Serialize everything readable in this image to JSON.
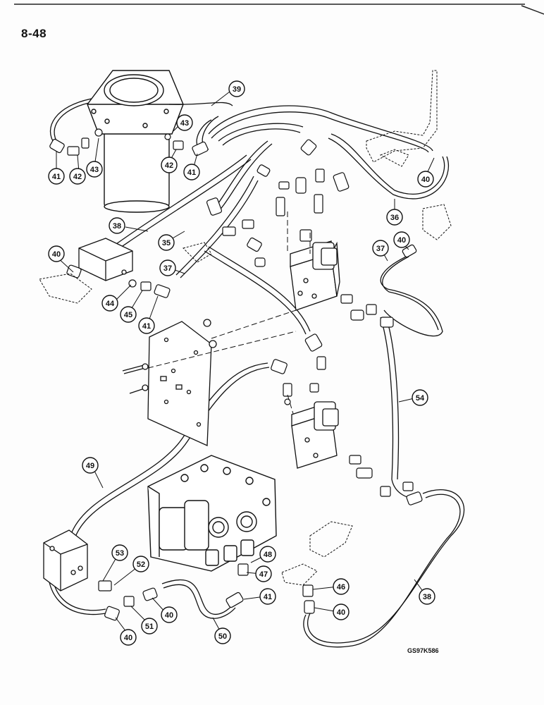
{
  "page_number": "8-48",
  "figure_code": "GS97K586",
  "callouts": [
    {
      "id": "c39",
      "label": "39"
    },
    {
      "id": "c43a",
      "label": "43"
    },
    {
      "id": "c43b",
      "label": "43"
    },
    {
      "id": "c41a",
      "label": "41"
    },
    {
      "id": "c42a",
      "label": "42"
    },
    {
      "id": "c42b",
      "label": "42"
    },
    {
      "id": "c41b",
      "label": "41"
    },
    {
      "id": "c40a",
      "label": "40"
    },
    {
      "id": "c36",
      "label": "36"
    },
    {
      "id": "c38a",
      "label": "38"
    },
    {
      "id": "c35",
      "label": "35"
    },
    {
      "id": "c40b",
      "label": "40"
    },
    {
      "id": "c37a",
      "label": "37"
    },
    {
      "id": "c40c",
      "label": "40"
    },
    {
      "id": "c37b",
      "label": "37"
    },
    {
      "id": "c44",
      "label": "44"
    },
    {
      "id": "c45",
      "label": "45"
    },
    {
      "id": "c41c",
      "label": "41"
    },
    {
      "id": "c54",
      "label": "54"
    },
    {
      "id": "c49",
      "label": "49"
    },
    {
      "id": "c53",
      "label": "53"
    },
    {
      "id": "c52",
      "label": "52"
    },
    {
      "id": "c48",
      "label": "48"
    },
    {
      "id": "c47",
      "label": "47"
    },
    {
      "id": "c41d",
      "label": "41"
    },
    {
      "id": "c46",
      "label": "46"
    },
    {
      "id": "c40d",
      "label": "40"
    },
    {
      "id": "c40e",
      "label": "40"
    },
    {
      "id": "c51",
      "label": "51"
    },
    {
      "id": "c40f",
      "label": "40"
    },
    {
      "id": "c50",
      "label": "50"
    },
    {
      "id": "c38b",
      "label": "38"
    }
  ]
}
